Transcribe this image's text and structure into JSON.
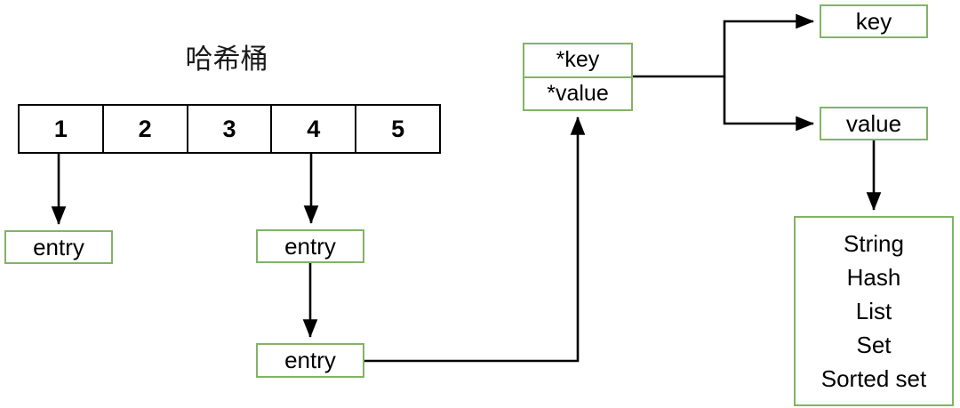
{
  "diagram": {
    "title": "哈希桶",
    "bucket": {
      "name": "hash-bucket-array",
      "cells": [
        "1",
        "2",
        "3",
        "4",
        "5"
      ]
    },
    "entries": [
      {
        "label": "entry"
      },
      {
        "label": "entry"
      },
      {
        "label": "entry"
      }
    ],
    "pair_struct": {
      "key_ptr": "*key",
      "value_ptr": "*value"
    },
    "key_node": "key",
    "value_node": "value",
    "datatypes": [
      "String",
      "Hash",
      "List",
      "Set",
      "Sorted set"
    ],
    "colors": {
      "node_border": "#82b366",
      "table_border": "#000000",
      "arrow": "#000000",
      "background": "#ffffff",
      "text": "#000000"
    }
  }
}
